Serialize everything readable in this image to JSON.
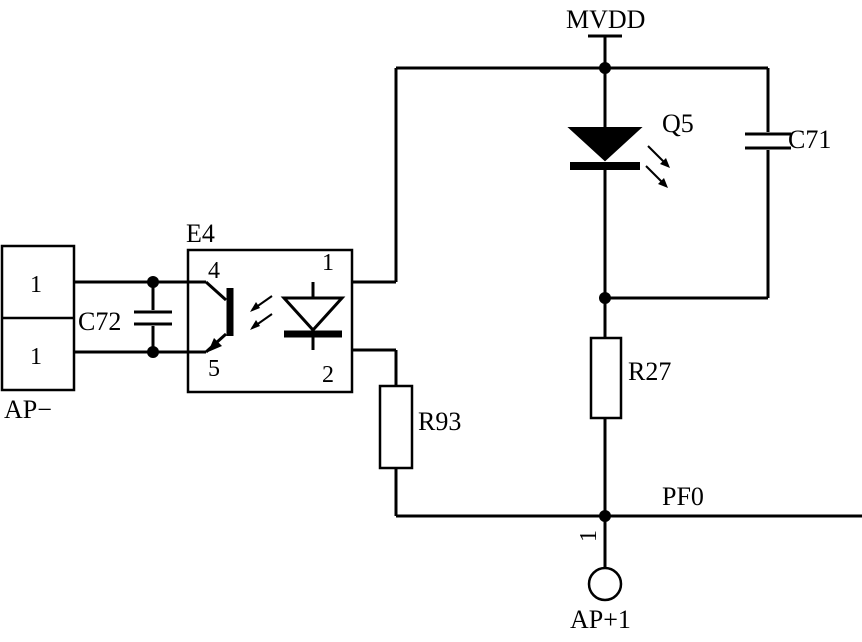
{
  "net_supply": "MVDD",
  "net_signal": "PF0",
  "labels": {
    "q5": "Q5",
    "c71": "C71",
    "c72": "C72",
    "e4": "E4",
    "r27": "R27",
    "r93": "R93",
    "ap_minus": "AP−",
    "ap_plus": "AP+1"
  },
  "pins": {
    "e4_pin4": "4",
    "e4_pin5": "5",
    "e4_pin1": "1",
    "e4_pin2": "2",
    "connector_top": "1",
    "connector_bottom": "1",
    "ap_plus_pin": "1"
  }
}
